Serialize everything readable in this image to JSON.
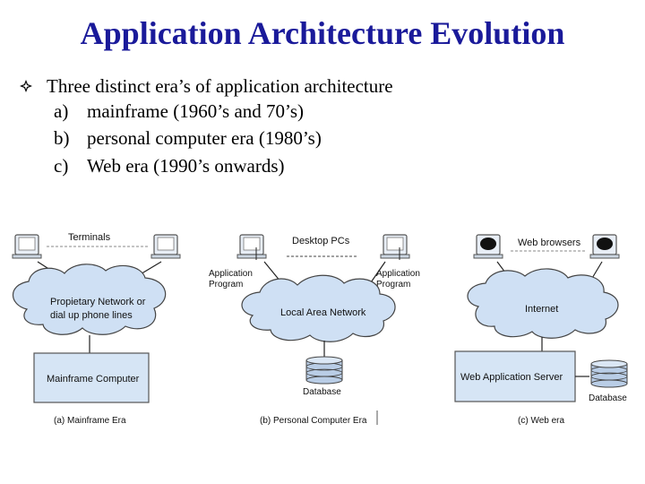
{
  "slide": {
    "title": "Application Architecture Evolution",
    "bullet": "Three distinct era’s of application architecture",
    "items": [
      {
        "label": "a)",
        "text": "mainframe (1960’s and 70’s)"
      },
      {
        "label": "b)",
        "text": "personal computer era (1980’s)"
      },
      {
        "label": "c)",
        "text": "Web era (1990’s onwards)"
      }
    ]
  },
  "diagram": {
    "mainframe": {
      "terminals": "Terminals",
      "network_line1": "Propietary Network or",
      "network_line2": "dial up phone lines",
      "computer": "Mainframe Computer",
      "caption": "(a) Mainframe Era"
    },
    "pc": {
      "desktops": "Desktop PCs",
      "app_left_1": "Application",
      "app_left_2": "Program",
      "app_right_1": "Application",
      "app_right_2": "Program",
      "network": "Local Area Network",
      "database": "Database",
      "caption": "(b) Personal Computer Era"
    },
    "web": {
      "browsers": "Web browsers",
      "internet": "Internet",
      "server": "Web Application Server",
      "database": "Database",
      "caption": "(c) Web era"
    }
  },
  "colors": {
    "title": "#1a1a9a",
    "cloud": "#cfe0f4",
    "box": "#d6e5f5",
    "db": "#b9cde6"
  }
}
